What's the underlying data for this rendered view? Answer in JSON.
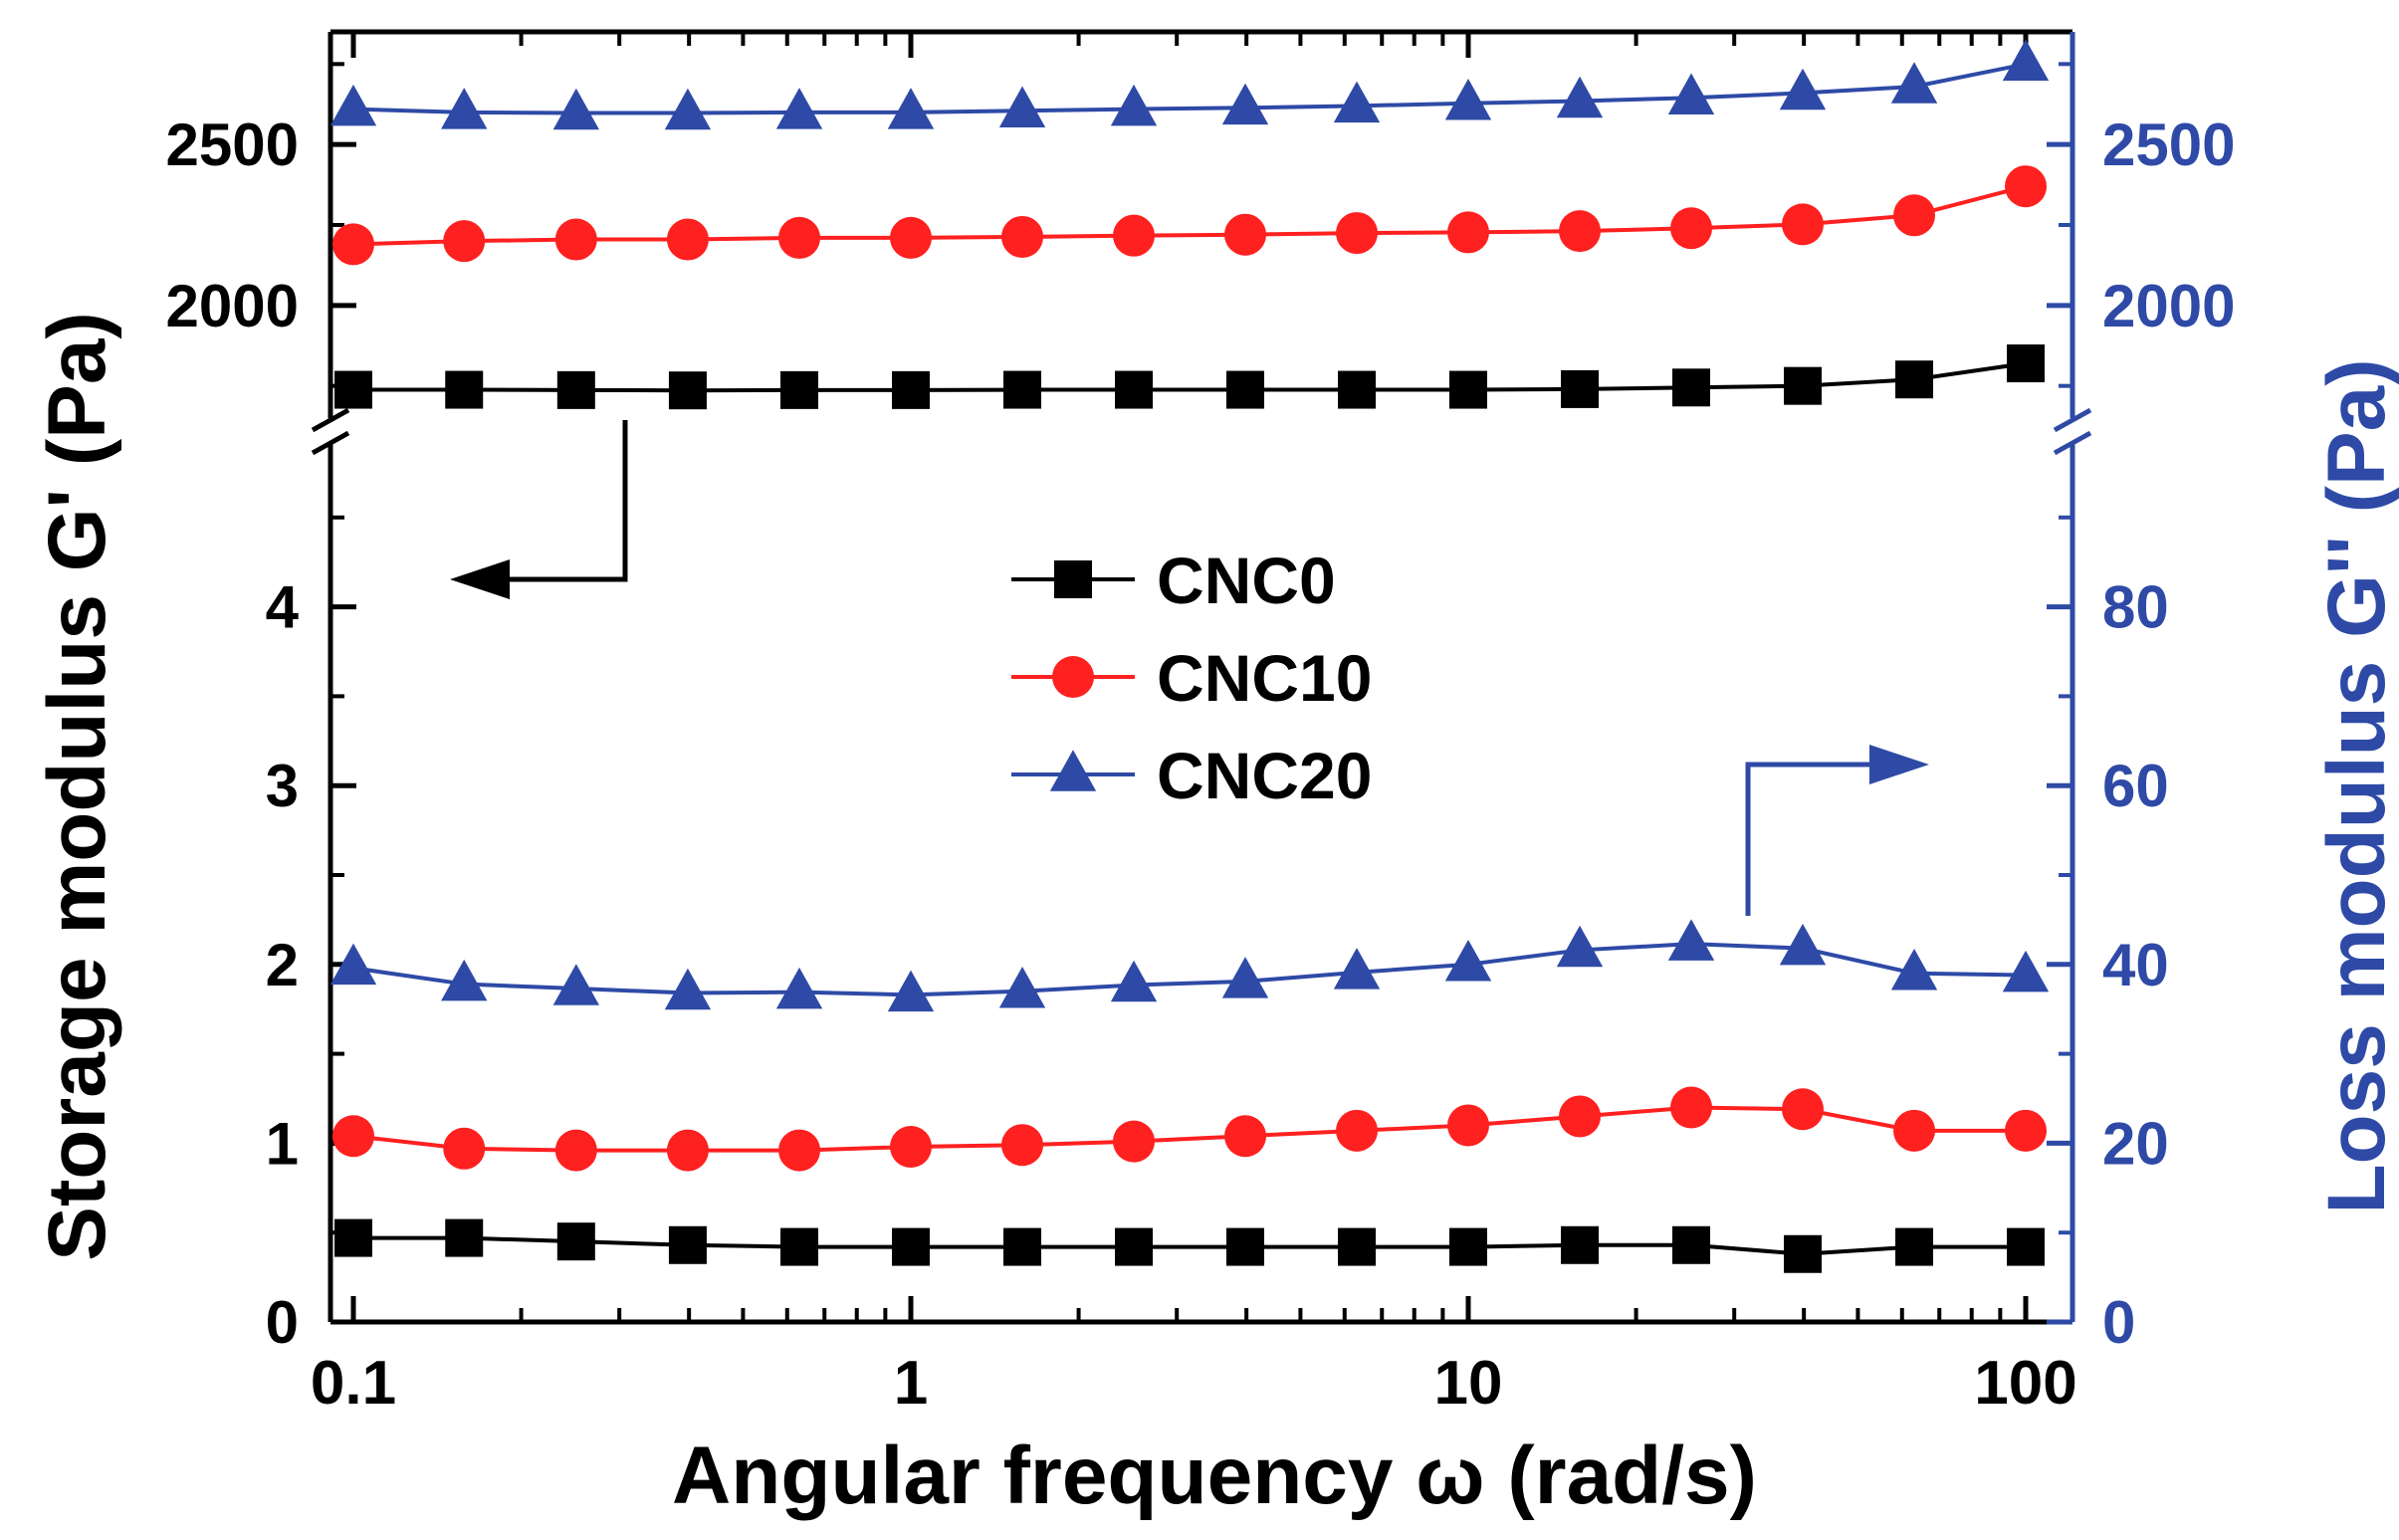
{
  "chart_data": {
    "type": "line",
    "xlabel": "Angular frequency ω (rad/s)",
    "ylabel_left": "Storage modulus G' (Pa)",
    "ylabel_right": "Loss modulus G'' (Pa)",
    "x_scale": "log",
    "xlim": [
      0.1,
      100
    ],
    "x_ticks": [
      {
        "value": 0.1,
        "label": "0.1"
      },
      {
        "value": 1,
        "label": "1"
      },
      {
        "value": 10,
        "label": "10"
      },
      {
        "value": 100,
        "label": "100"
      }
    ],
    "left_axis": {
      "broken": true,
      "lower_range": [
        0,
        5
      ],
      "upper_range": [
        1650,
        2850
      ],
      "lower_ticks": [
        {
          "value": 0,
          "label": "0"
        },
        {
          "value": 1,
          "label": "1"
        },
        {
          "value": 2,
          "label": "2"
        },
        {
          "value": 3,
          "label": "3"
        },
        {
          "value": 4,
          "label": "4"
        }
      ],
      "upper_ticks": [
        {
          "value": 2000,
          "label": "2000"
        },
        {
          "value": 2500,
          "label": "2500"
        }
      ]
    },
    "right_axis": {
      "broken": true,
      "lower_range": [
        0,
        100
      ],
      "upper_range": [
        1650,
        2850
      ],
      "lower_ticks": [
        {
          "value": 0,
          "label": "0"
        },
        {
          "value": 20,
          "label": "20"
        },
        {
          "value": 40,
          "label": "40"
        },
        {
          "value": 60,
          "label": "60"
        },
        {
          "value": 80,
          "label": "80"
        }
      ],
      "upper_ticks": [
        {
          "value": 2000,
          "label": "2000"
        },
        {
          "value": 2500,
          "label": "2500"
        }
      ]
    },
    "x": [
      0.1,
      0.158,
      0.251,
      0.398,
      0.631,
      1,
      1.585,
      2.512,
      3.981,
      6.31,
      10,
      15.85,
      25.12,
      39.81,
      63.1,
      100
    ],
    "series": [
      {
        "name": "CNC0",
        "color": "#000000",
        "marker": "square",
        "section": "lower",
        "axis": "left",
        "values": [
          0.47,
          0.47,
          0.45,
          0.43,
          0.42,
          0.42,
          0.42,
          0.42,
          0.42,
          0.42,
          0.42,
          0.43,
          0.43,
          0.38,
          0.42,
          0.42
        ]
      },
      {
        "name": "CNC10",
        "color": "#ff2020",
        "marker": "circle",
        "section": "lower",
        "axis": "left",
        "values": [
          1.04,
          0.97,
          0.96,
          0.96,
          0.96,
          0.98,
          0.99,
          1.01,
          1.04,
          1.07,
          1.1,
          1.15,
          1.2,
          1.19,
          1.07,
          1.07
        ]
      },
      {
        "name": "CNC20",
        "color": "#2e4aa6",
        "marker": "triangle",
        "section": "lower",
        "axis": "right",
        "values": [
          39.6,
          37.8,
          37.3,
          36.8,
          36.9,
          36.6,
          37.0,
          37.7,
          38.1,
          39.1,
          40.0,
          41.6,
          42.3,
          41.8,
          39.0,
          38.8
        ]
      },
      {
        "name": "CNC0",
        "color": "#000000",
        "marker": "square",
        "section": "upper",
        "axis": "left",
        "values": [
          1738,
          1738,
          1737,
          1736,
          1737,
          1737,
          1738,
          1738,
          1738,
          1738,
          1738,
          1740,
          1745,
          1750,
          1770,
          1820
        ]
      },
      {
        "name": "CNC10",
        "color": "#ff2020",
        "marker": "circle",
        "section": "upper",
        "axis": "left",
        "values": [
          2190,
          2200,
          2205,
          2205,
          2210,
          2210,
          2213,
          2217,
          2220,
          2225,
          2227,
          2231,
          2240,
          2252,
          2280,
          2370
        ]
      },
      {
        "name": "CNC20",
        "color": "#2e4aa6",
        "marker": "triangle",
        "section": "upper",
        "axis": "left",
        "values": [
          2610,
          2600,
          2598,
          2598,
          2600,
          2600,
          2605,
          2610,
          2614,
          2620,
          2628,
          2635,
          2645,
          2660,
          2680,
          2750
        ]
      }
    ],
    "legend": {
      "position": "center-left",
      "entries": [
        {
          "name": "CNC0",
          "color": "#000000",
          "marker": "square"
        },
        {
          "name": "CNC10",
          "color": "#ff2020",
          "marker": "circle"
        },
        {
          "name": "CNC20",
          "color": "#2e4aa6",
          "marker": "triangle"
        }
      ]
    },
    "colors": {
      "axis": "#000000",
      "right_axis": "#2e4aa6",
      "cnc0": "#000000",
      "cnc10": "#ff2020",
      "cnc20": "#2e4aa6"
    },
    "grid": false
  }
}
